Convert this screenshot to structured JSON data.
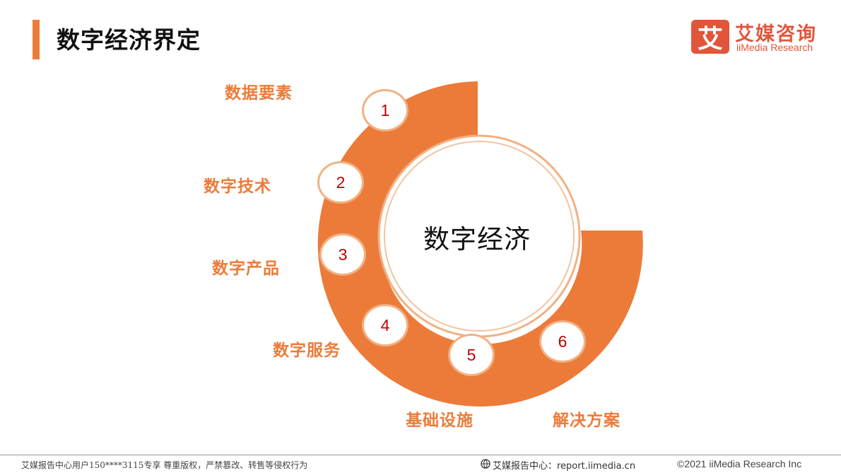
{
  "header": {
    "title": "数字经济界定"
  },
  "logo": {
    "mark": "艾",
    "name_cn": "艾媒咨询",
    "name_en": "iiMedia Research"
  },
  "colors": {
    "accent": "#ec7b3a",
    "number": "#c00000",
    "ring_border": "#f1b183",
    "logo": "#e1553b"
  },
  "diagram": {
    "center": "数字经济",
    "items": [
      {
        "number": "1",
        "label": "数据要素"
      },
      {
        "number": "2",
        "label": "数字技术"
      },
      {
        "number": "3",
        "label": "数字产品"
      },
      {
        "number": "4",
        "label": "数字服务"
      },
      {
        "number": "5",
        "label": "基础设施"
      },
      {
        "number": "6",
        "label": "解决方案"
      }
    ]
  },
  "footer": {
    "left": "艾媒报告中心用户150****3115专享 尊重版权，严禁篡改、转售等侵权行为",
    "center": "艾媒报告中心：report.iimedia.cn",
    "right": "©2021  iiMedia Research  Inc"
  }
}
